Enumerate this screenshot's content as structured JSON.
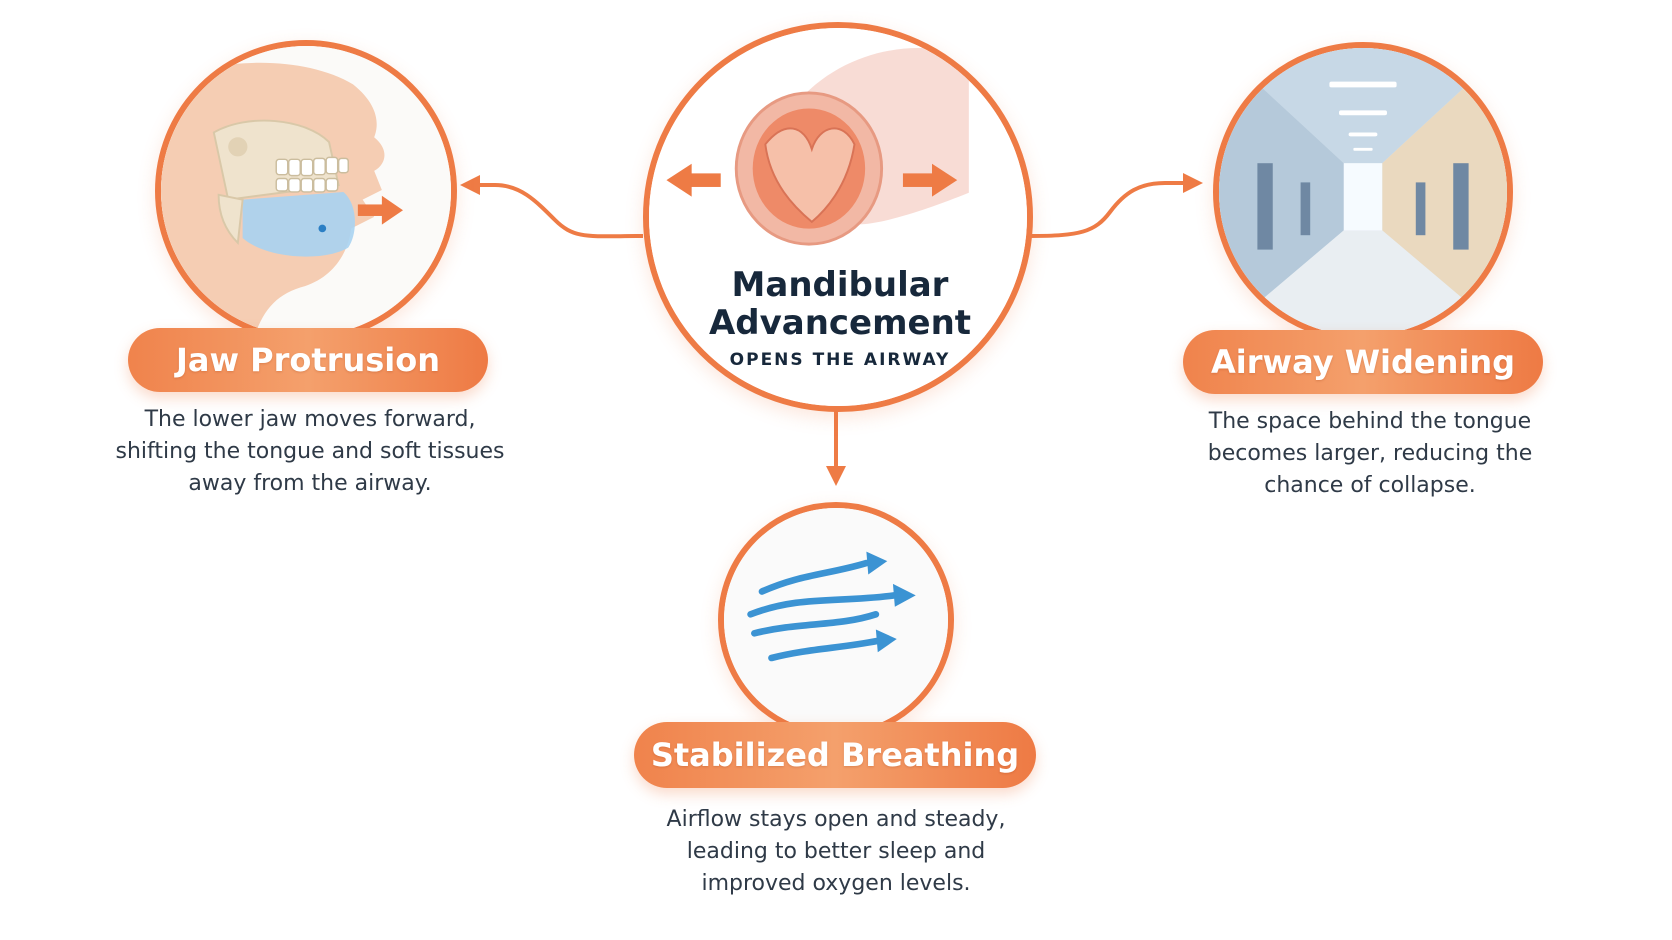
{
  "center": {
    "title_line1": "Mandibular",
    "title_line2": "Advancement",
    "subtitle": "OPENS THE AIRWAY"
  },
  "nodes": {
    "jaw": {
      "label": "Jaw Protrusion",
      "desc": [
        "The lower jaw moves forward,",
        "shifting the tongue and soft tissues",
        "away from the airway."
      ]
    },
    "airway": {
      "label": "Airway Widening",
      "desc": [
        "The space behind the tongue",
        "becomes larger, reducing the",
        "chance of collapse."
      ]
    },
    "breathing": {
      "label": "Stabilized Breathing",
      "desc": [
        "Airflow stays open and steady,",
        "leading to better sleep and",
        "improved oxygen levels."
      ]
    }
  },
  "colors": {
    "accent": "#ee7b45",
    "flow_blue": "#3b93d3",
    "title_navy": "#17283b"
  }
}
